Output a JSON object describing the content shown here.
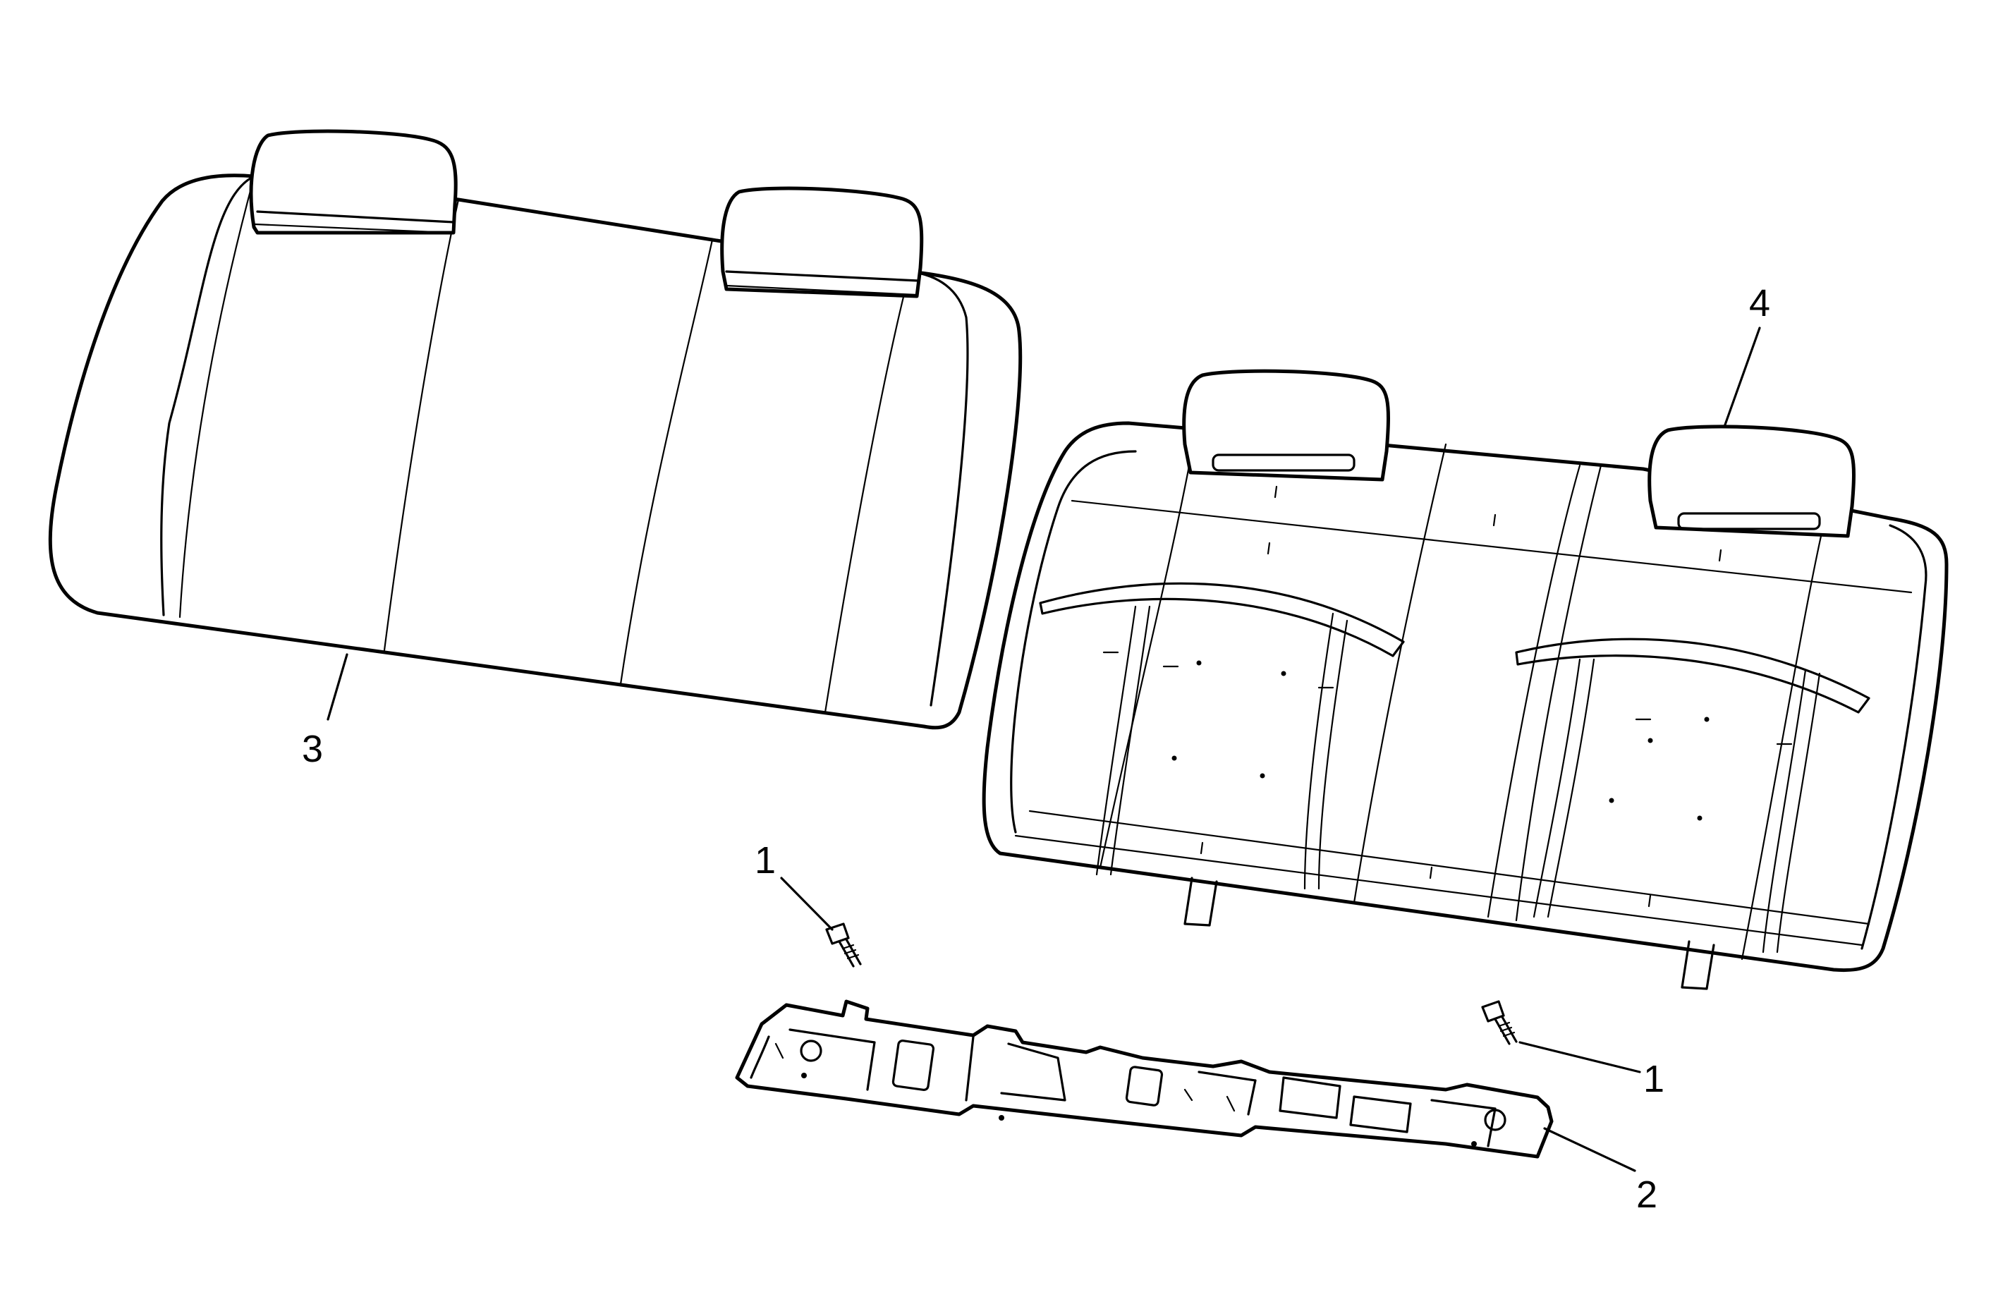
{
  "callouts": {
    "c1a": "1",
    "c1b": "1",
    "c2": "2",
    "c3": "3",
    "c4": "4"
  }
}
